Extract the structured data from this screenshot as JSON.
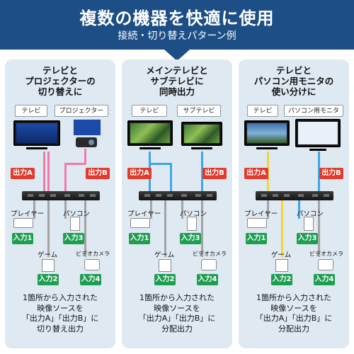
{
  "header": {
    "title": "複数の機器を快適に使用",
    "subtitle": "接続・切り替えパターン例"
  },
  "colors": {
    "header_bg": "#1d4f86",
    "panel_bg": "#dfe9f2",
    "output_label": "#e23a2c",
    "input_label": "#1f9e52",
    "cable_pink": "#f07aa8",
    "cable_blue": "#3da7e6",
    "cable_yellow": "#f2d43a",
    "cable_gray": "#a3a3a3"
  },
  "labels": {
    "output_a": "出力A",
    "output_b": "出力B",
    "input_1": "入力1",
    "input_2": "入力2",
    "input_3": "入力3",
    "input_4": "入力4",
    "player": "プレイヤー",
    "pc": "パソコン",
    "game": "ゲーム",
    "camera": "ビデオカメラ"
  },
  "panels": [
    {
      "heading": [
        "テレビと",
        "プロジェクターの",
        "切り替えに"
      ],
      "tags": [
        "テレビ",
        "プロジェクター"
      ],
      "caption": [
        "1箇所から入力された",
        "映像ソースを",
        "「出力A」「出力B」に",
        "切り替え出力"
      ]
    },
    {
      "heading": [
        "メインテレビと",
        "サブテレビに",
        "同時出力"
      ],
      "tags": [
        "テレビ",
        "サブテレビ"
      ],
      "caption": [
        "1箇所から入力された",
        "映像ソースを",
        "「出力A」「出力B」に",
        "分配出力"
      ]
    },
    {
      "heading": [
        "テレビと",
        "パソコン用モニタの",
        "使い分けに"
      ],
      "tags": [
        "テレビ",
        "パソコン用モニタ"
      ],
      "caption": [
        "1箇所から入力された",
        "映像ソースを",
        "「出力A」「出力B」に",
        "分配出力"
      ]
    }
  ]
}
